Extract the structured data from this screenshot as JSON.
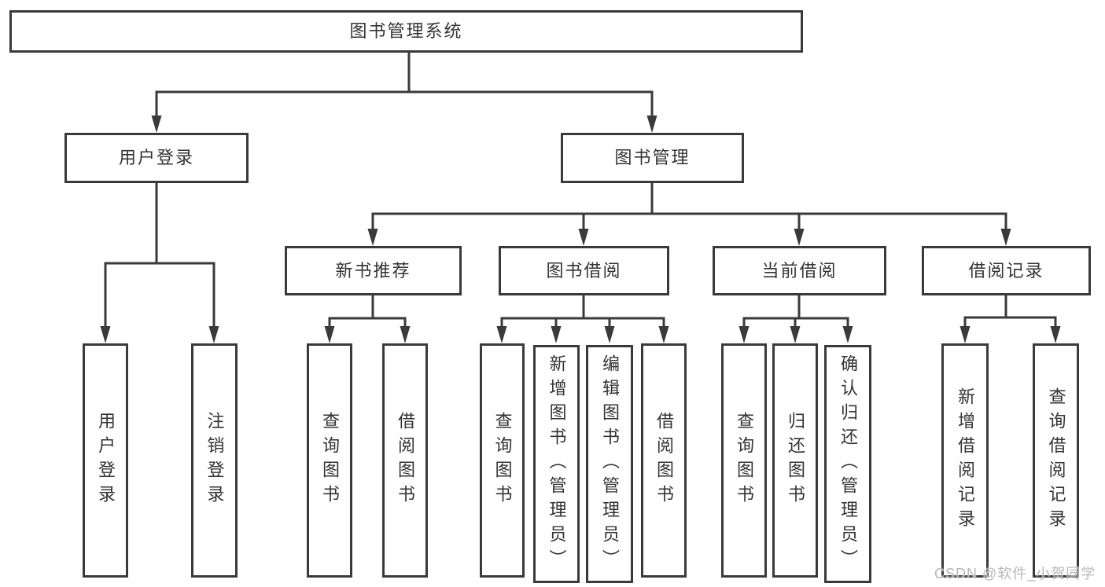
{
  "diagram": {
    "root": {
      "label": "图书管理系统"
    },
    "level2": [
      {
        "label": "用户登录"
      },
      {
        "label": "图书管理"
      }
    ],
    "level3": [
      {
        "label": "新书推荐"
      },
      {
        "label": "图书借阅"
      },
      {
        "label": "当前借阅"
      },
      {
        "label": "借阅记录"
      }
    ],
    "leaves": [
      {
        "label": "用户登录"
      },
      {
        "label": "注销登录"
      },
      {
        "label": "查询图书"
      },
      {
        "label": "借阅图书"
      },
      {
        "label": "查询图书"
      },
      {
        "label": "新增图书（管理员）"
      },
      {
        "label": "编辑图书（管理员）"
      },
      {
        "label": "借阅图书"
      },
      {
        "label": "查询图书"
      },
      {
        "label": "归还图书"
      },
      {
        "label": "确认归还（管理员）"
      },
      {
        "label": "新增借阅记录"
      },
      {
        "label": "查询借阅记录"
      }
    ],
    "colors": {
      "line": "#3a3a3a",
      "text": "#333333",
      "box_fill": "#ffffff",
      "background": "#ffffff",
      "watermark": "#b8b8b8"
    }
  },
  "watermark": {
    "text": "CSDN @软件_小贺同学"
  }
}
